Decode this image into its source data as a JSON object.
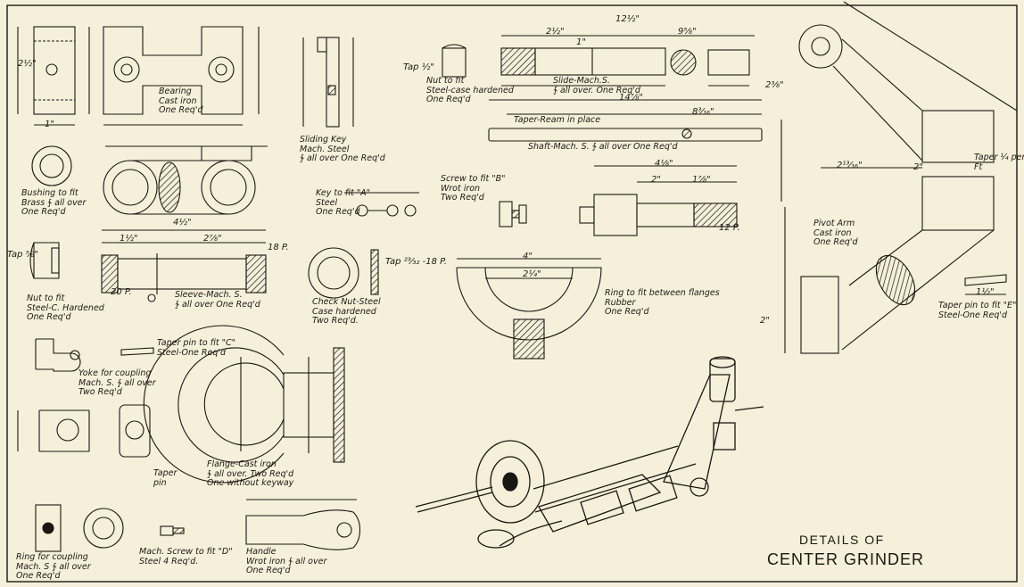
{
  "title": {
    "line1": "DETAILS OF",
    "line2": "CENTER GRINDER"
  },
  "labels": {
    "bearing": "Bearing\nCast iron\nOne Req'd",
    "bushing": "Bushing to fit\nBrass ∱ all over\nOne Req'd",
    "sliding_key": "Sliding Key\nMach. Steel\n∱ all over One Req'd",
    "key": "Key to fit \"A\"\nSteel\nOne Req'd",
    "nut_fit_top": "Nut to fit\nSteel-case hardened\nOne Req'd",
    "slide": "Slide-Mach.S.\n∱ all over. One Req'd",
    "taper_ream": "Taper-Ream in place",
    "shaft": "Shaft-Mach. S. ∱ all over One Req'd",
    "screw_b": "Screw to fit \"B\"\nWrot iron\nTwo Req'd",
    "nut_fit_left": "Nut to fit\nSteel-C. Hardened\nOne Req'd",
    "sleeve": "Sleeve-Mach. S.\n∱ all over One Req'd",
    "check_nut": "Check Nut-Steel\nCase hardened\nTwo Req'd.",
    "ring_flanges": "Ring to fit between flanges\nRubber\nOne Req'd",
    "pivot_arm": "Pivot Arm\nCast iron\nOne Req'd",
    "taper_pin_e": "Taper pin to fit \"E\"\nSteel-One Req'd",
    "taper_pin_c": "Taper pin to fit \"C\"\nSteel-One Req'd",
    "yoke": "Yoke for coupling\nMach. S. ∱ all over\nTwo Req'd",
    "flange": "Flange-Cast iron\n∱ all over. Two Req'd\nOne without keyway",
    "ring_coupling": "Ring for coupling\nMach. S ∱ all over\nOne Req'd",
    "mach_screw": "Mach. Screw to fit \"D\"\nSteel 4 Req'd.",
    "handle": "Handle\nWrot iron ∱ all over\nOne Req'd",
    "taper_per_ft": "Taper ¼ per\nFt",
    "taper_pin_text": "Taper\npin"
  },
  "dims": {
    "d1": "12½\"",
    "d2": "9⅝\"",
    "d3": "2½\"",
    "d4": "1\"",
    "d5": "14⅞\"",
    "d6": "8³⁄₁₆\"",
    "d7": "4⅛\"",
    "d8": "2\"",
    "d9": "1⅞\"",
    "d10": "4½\"",
    "d11": "1½\"",
    "d12": "2⅞\"",
    "d13": "4\"",
    "d14": "2¼\"",
    "d15": "2¹³⁄₁₆\"",
    "d16": "2⅜\"",
    "d17": "1½\"",
    "d18": "2\"",
    "d19": "Tap ½\"",
    "d20": "Tap ²³⁄₃₂ -18 P.",
    "d21": "18 P.",
    "d22": "12 P.",
    "d23": "20 P.",
    "d24": "Tap ⅝\"",
    "d25": "2½\"",
    "d26": "1\"",
    "d27": "2\""
  },
  "colors": {
    "paper": "#f6efda",
    "ink": "#1a1712"
  }
}
